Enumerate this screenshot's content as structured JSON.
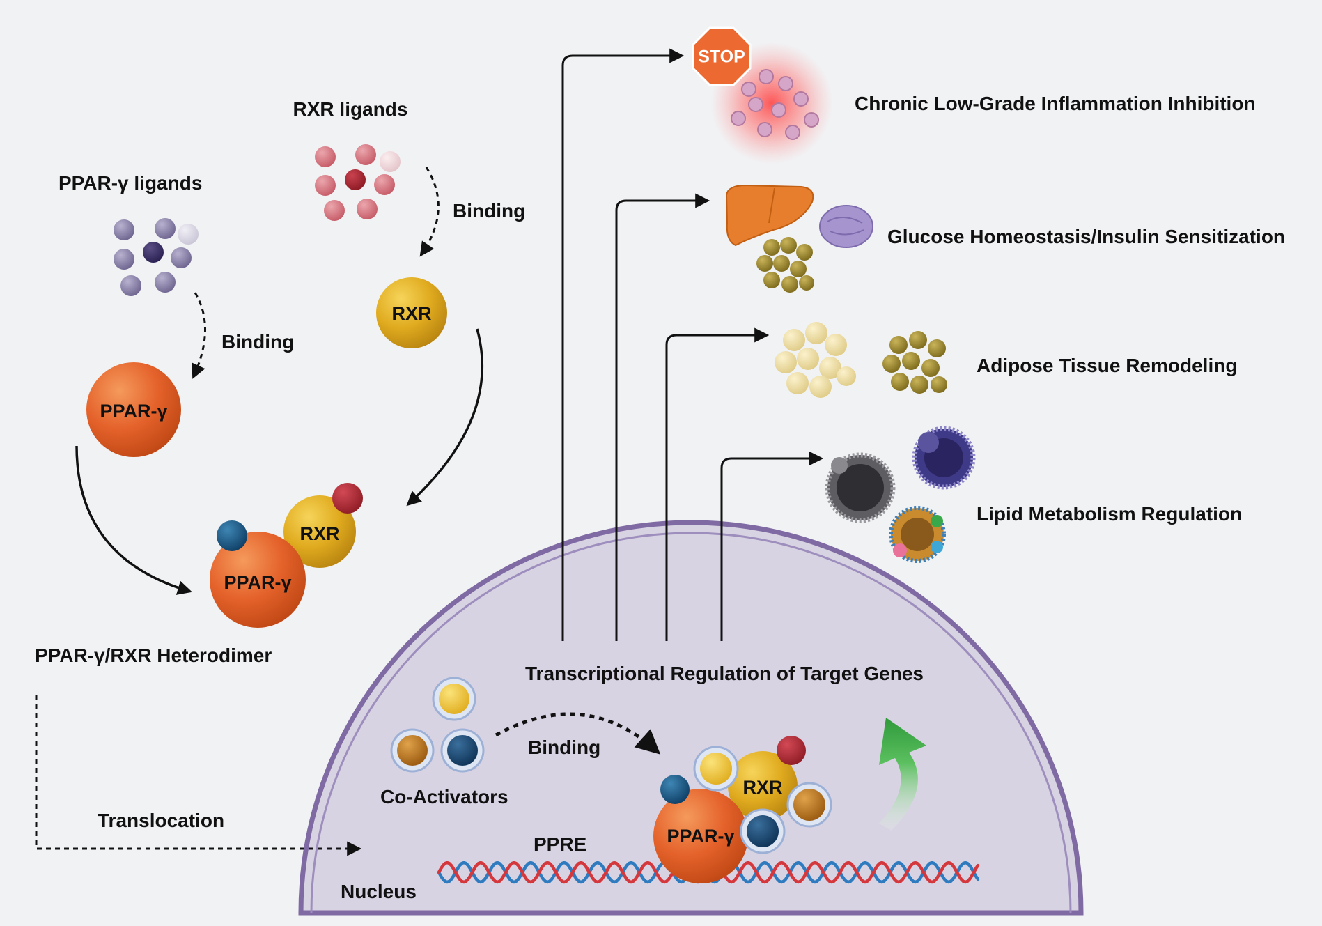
{
  "labels": {
    "ppar_ligands": "PPAR-γ ligands",
    "rxr_ligands": "RXR ligands",
    "binding_left": "Binding",
    "binding_right": "Binding",
    "ppar_gamma": "PPAR-γ",
    "rxr": "RXR",
    "heterodimer_ppar": "PPAR-γ",
    "heterodimer_rxr": "RXR",
    "heterodimer": "PPAR-γ/RXR Heterodimer",
    "translocation": "Translocation",
    "nucleus": "Nucleus",
    "transcriptional": "Transcriptional Regulation of Target Genes",
    "co_activators": "Co-Activators",
    "binding_coactivators": "Binding",
    "ppre": "PPRE",
    "complex_ppar": "PPAR-γ",
    "complex_rxr": "RXR",
    "stop_sign": "STOP"
  },
  "outcomes": [
    "Chronic Low-Grade Inflammation Inhibition",
    "Glucose Homeostasis/Insulin Sensitization",
    "Adipose Tissue Remodeling",
    "Lipid Metabolism Regulation"
  ],
  "colors": {
    "background": "#f1f2f4",
    "ppar": "#e4612a",
    "rxr": "#e0ab1f",
    "ppar_ligand": "#6e648f",
    "rxr_ligand": "#c55a66",
    "nucleus_fill": "#d8d3e3",
    "nucleus_border": "#7f6aa3",
    "dna_red": "#d4373c",
    "dna_blue": "#2f7bbf",
    "coactivator_orange": "#c07a1e",
    "coactivator_blue": "#1f4e79",
    "upregulation_arrow": "#3aa445",
    "stop_sign": "#ec6a32"
  }
}
